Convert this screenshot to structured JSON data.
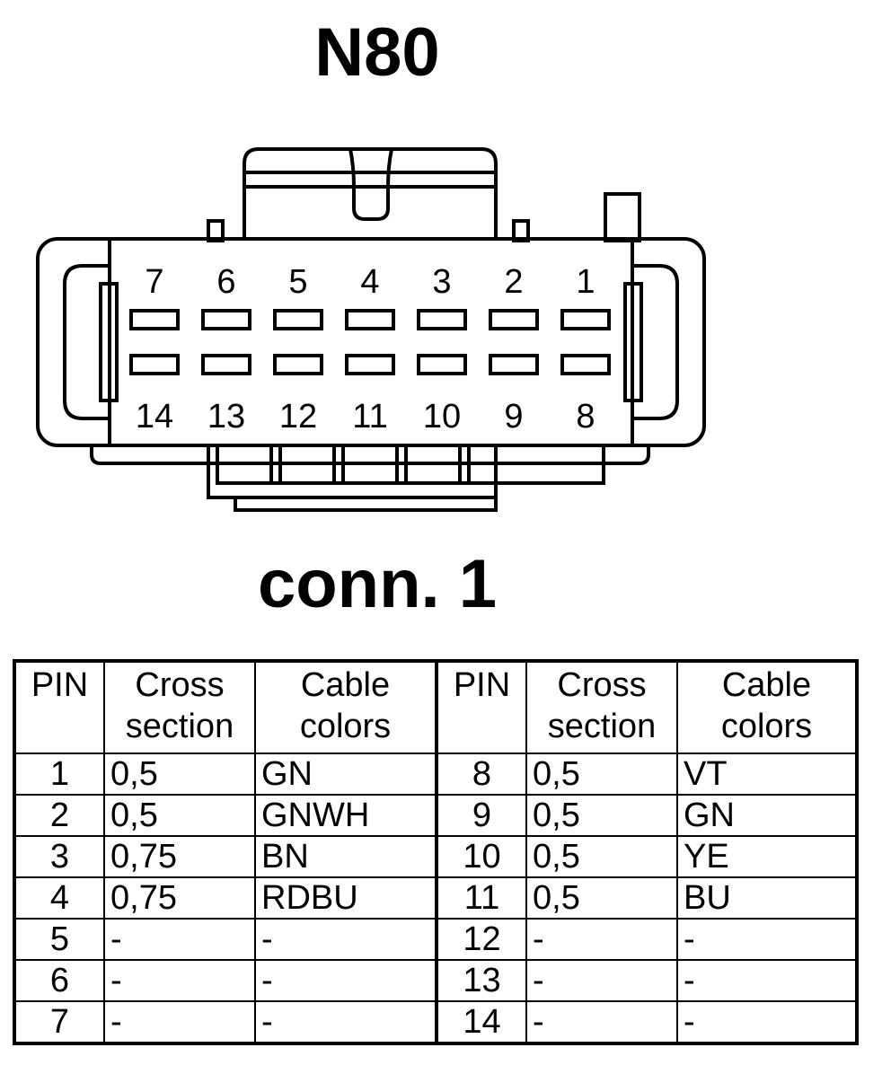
{
  "title": "N80",
  "subtitle": "conn. 1",
  "connector": {
    "top_row_pins": [
      "7",
      "6",
      "5",
      "4",
      "3",
      "2",
      "1"
    ],
    "bottom_row_pins": [
      "14",
      "13",
      "12",
      "11",
      "10",
      "9",
      "8"
    ]
  },
  "table": {
    "headers": [
      "PIN",
      "Cross section",
      "Cable colors",
      "PIN",
      "Cross section",
      "Cable colors"
    ],
    "rows": [
      [
        "1",
        "0,5",
        "GN",
        "8",
        "0,5",
        "VT"
      ],
      [
        "2",
        "0,5",
        "GNWH",
        "9",
        "0,5",
        "GN"
      ],
      [
        "3",
        "0,75",
        "BN",
        "10",
        "0,5",
        "YE"
      ],
      [
        "4",
        "0,75",
        "RDBU",
        "11",
        "0,5",
        "BU"
      ],
      [
        "5",
        "-",
        "-",
        "12",
        "-",
        "-"
      ],
      [
        "6",
        "-",
        "-",
        "13",
        "-",
        "-"
      ],
      [
        "7",
        "-",
        "-",
        "14",
        "-",
        "-"
      ]
    ]
  }
}
